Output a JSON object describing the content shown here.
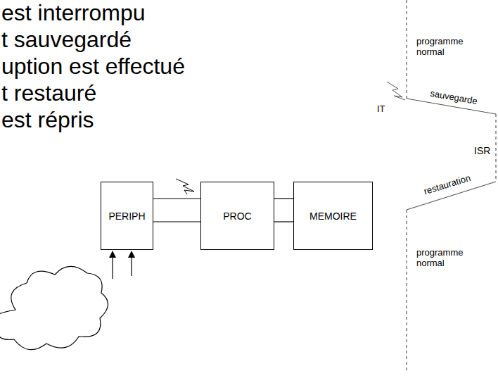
{
  "diagram": {
    "nodes": [
      {
        "text": [
          "PERIPH"
        ]
      },
      {
        "text": [
          "PROC"
        ]
      },
      {
        "text": [
          "MEMOIRE"
        ]
      }
    ],
    "edges": [
      {
        "from": 0,
        "to": 1,
        "arrow": "none"
      },
      {
        "from": 0,
        "to": 1,
        "arrow": "none"
      },
      {
        "from": 1,
        "to": 2,
        "arrow": "none"
      },
      {
        "from": 1,
        "to": 2,
        "arrow": "none"
      }
    ],
    "labels": [
      "est interrompu",
      "t sauvegardé",
      "uption est effectué",
      "t restauré",
      "est répris",
      "IT",
      "programme normal",
      "IT",
      "sauvegarde",
      "ISR",
      "restauration",
      "programme normal"
    ]
  }
}
